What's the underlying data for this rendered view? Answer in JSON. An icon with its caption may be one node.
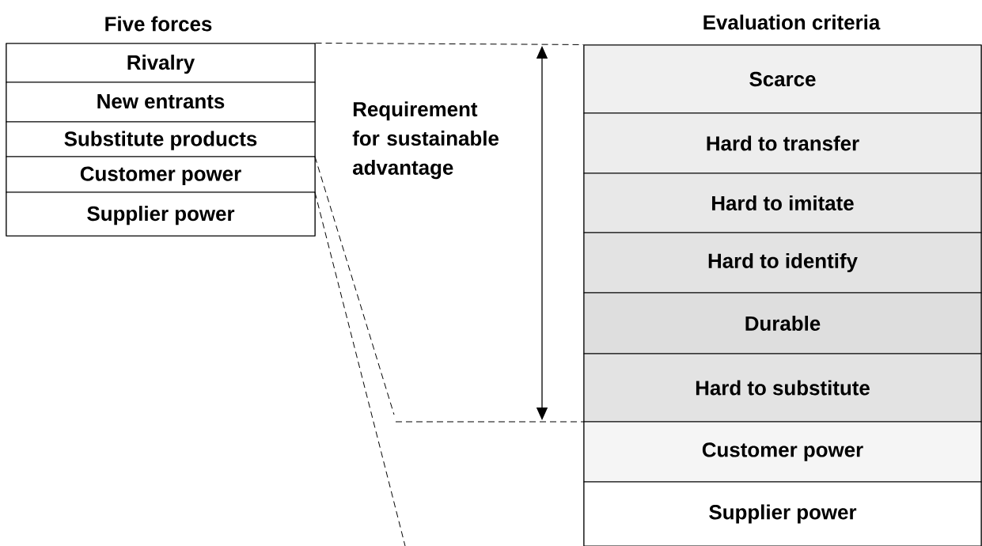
{
  "diagram": {
    "nodes": [
      {
        "text": [
          "Five forces"
        ]
      },
      {
        "text": [
          "Rivalry"
        ],
        "in": 0
      },
      {
        "text": [
          "New entrants"
        ],
        "in": 0
      },
      {
        "text": [
          "Substitute products"
        ],
        "in": 0
      },
      {
        "text": [
          "Customer power"
        ],
        "in": 0
      },
      {
        "text": [
          "Supplier power"
        ],
        "in": 0
      },
      {
        "text": [
          "Evaluation criteria"
        ]
      },
      {
        "text": [
          "Scarce"
        ],
        "in": 6
      },
      {
        "text": [
          "Hard to transfer"
        ],
        "in": 6
      },
      {
        "text": [
          "Hard to imitate"
        ],
        "in": 6
      },
      {
        "text": [
          "Hard to identify"
        ],
        "in": 6
      },
      {
        "text": [
          "Durable"
        ],
        "in": 6
      },
      {
        "text": [
          "Hard to substitute"
        ],
        "in": 6
      },
      {
        "text": [
          "Customer power"
        ],
        "in": 6
      },
      {
        "text": [
          "Supplier power"
        ],
        "in": 6
      }
    ],
    "edges": [
      {
        "from": 0,
        "to": 6,
        "arrow": "none",
        "style": "dashed"
      }
    ],
    "labels": [
      "Requirement for sustainable advantage"
    ]
  }
}
